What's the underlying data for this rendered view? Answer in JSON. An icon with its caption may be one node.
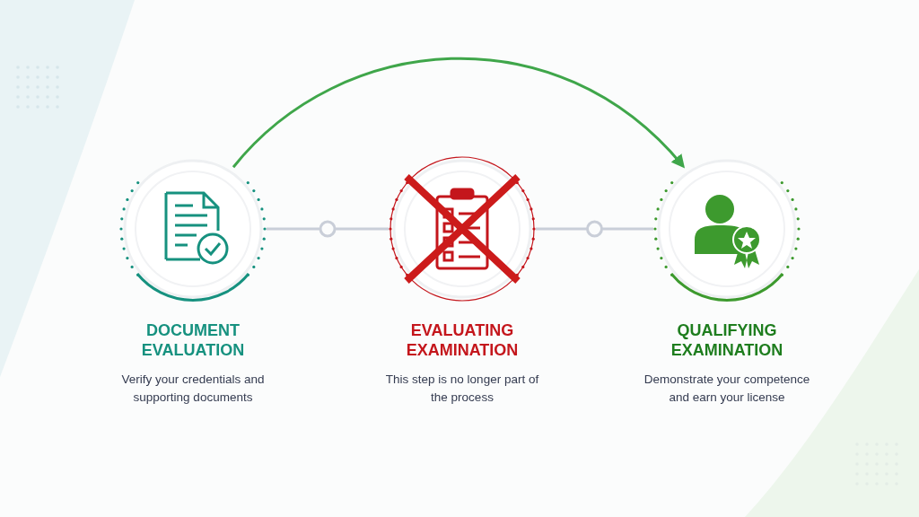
{
  "diagram": {
    "nodes": [
      {
        "text": [
          "DOCUMENT EVALUATION",
          "Verify your credentials and supporting documents"
        ]
      },
      {
        "text": [
          "EVALUATING EXAMINATION",
          "This step is no longer part of the process"
        ]
      },
      {
        "text": [
          "QUALIFYING EXAMINATION",
          "Demonstrate your competence and earn your license"
        ]
      }
    ],
    "edges": [
      {
        "from": 0,
        "to": 1,
        "arrow": "none"
      },
      {
        "from": 1,
        "to": 2,
        "arrow": "none"
      },
      {
        "from": 0,
        "to": 2,
        "arrow": "to",
        "color": "#3fa64a"
      }
    ]
  }
}
